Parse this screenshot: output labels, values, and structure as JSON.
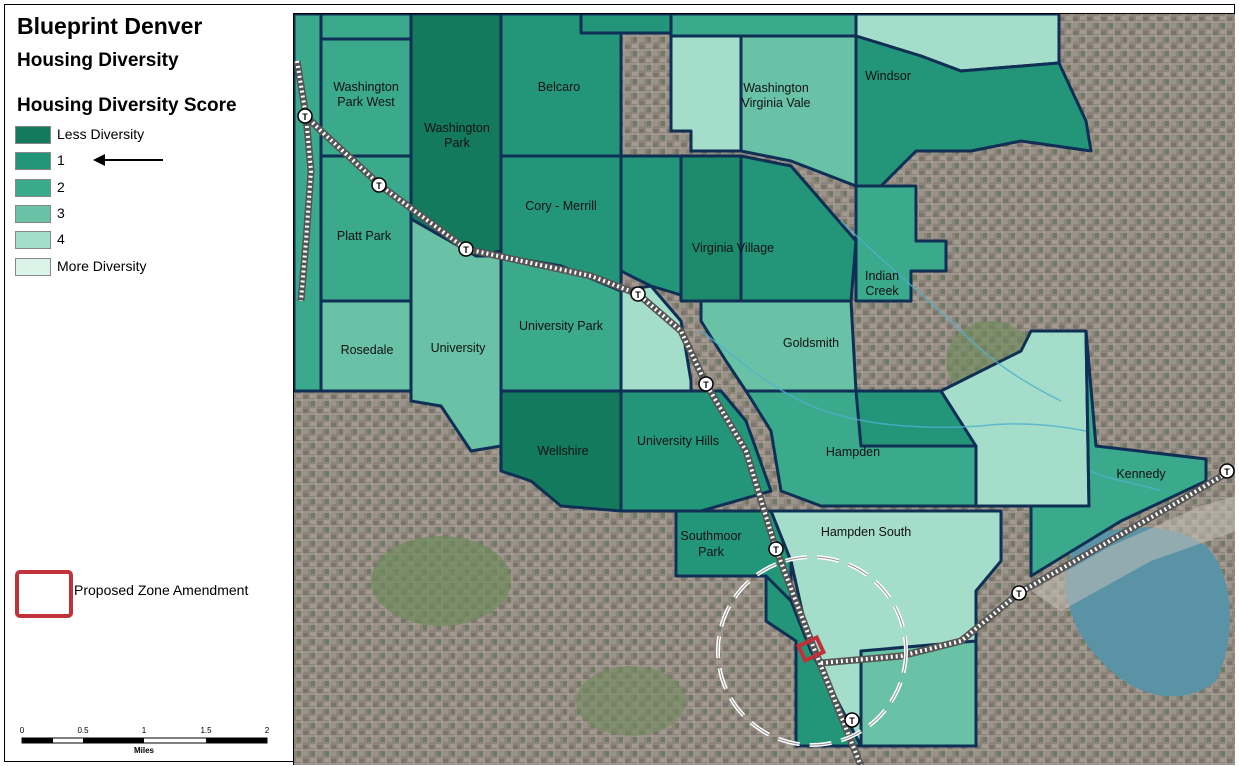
{
  "title": "Blueprint Denver",
  "subtitle": "Housing Diversity",
  "legend": {
    "title": "Housing Diversity Score",
    "items": [
      {
        "label": "Less Diversity",
        "color": "#137a5d"
      },
      {
        "label": "1",
        "color": "#23967a"
      },
      {
        "label": "2",
        "color": "#3ba98c"
      },
      {
        "label": "3",
        "color": "#69c2a6"
      },
      {
        "label": "4",
        "color": "#a4ddc9"
      },
      {
        "label": "More Diversity",
        "color": "#dcf3e9"
      }
    ],
    "amendment_label": "Proposed Zone Amendment"
  },
  "scale": {
    "ticks": [
      "0",
      "0.5",
      "1",
      "1.5",
      "2"
    ],
    "unit": "Miles"
  },
  "neighborhoods": [
    {
      "name": "Washington Park West",
      "lines": [
        "Washington",
        "Park West"
      ]
    },
    {
      "name": "Washington Park",
      "lines": [
        "Washington",
        "Park"
      ]
    },
    {
      "name": "Belcaro",
      "lines": [
        "Belcaro"
      ]
    },
    {
      "name": "Washington Virginia Vale",
      "lines": [
        "Washington",
        "Virginia Vale"
      ]
    },
    {
      "name": "Windsor",
      "lines": [
        "Windsor"
      ]
    },
    {
      "name": "Platt Park",
      "lines": [
        "Platt Park"
      ]
    },
    {
      "name": "Cory - Merrill",
      "lines": [
        "Cory - Merrill"
      ]
    },
    {
      "name": "Virginia Village",
      "lines": [
        "Virginia  Village"
      ]
    },
    {
      "name": "Indian Creek",
      "lines": [
        "Indian",
        "Creek"
      ]
    },
    {
      "name": "University Park",
      "lines": [
        "University Park"
      ]
    },
    {
      "name": "Goldsmith",
      "lines": [
        "Goldsmith"
      ]
    },
    {
      "name": "Rosedale",
      "lines": [
        "Rosedale"
      ]
    },
    {
      "name": "University",
      "lines": [
        "University"
      ]
    },
    {
      "name": "Wellshire",
      "lines": [
        "Wellshire"
      ]
    },
    {
      "name": "University Hills",
      "lines": [
        "University Hills"
      ]
    },
    {
      "name": "Hampden",
      "lines": [
        "Hampden"
      ]
    },
    {
      "name": "Kennedy",
      "lines": [
        "Kennedy"
      ]
    },
    {
      "name": "Southmoor Park",
      "lines": [
        "Southmoor",
        "Park"
      ]
    },
    {
      "name": "Hampden South",
      "lines": [
        "Hampden South"
      ]
    }
  ],
  "transit_station_label": "T"
}
